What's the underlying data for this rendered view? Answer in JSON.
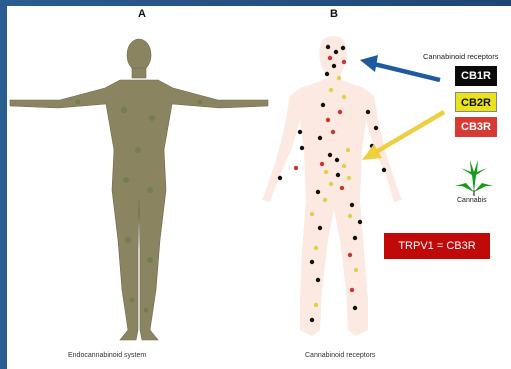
{
  "panels": {
    "a_label": "A",
    "b_label": "B",
    "a_caption": "Endocannabinoid system",
    "b_caption": "Cannabinoid receptors"
  },
  "legend": {
    "title": "Cannabinoid receptors",
    "items": [
      {
        "label": "CB1R",
        "color": "#0a0a0a"
      },
      {
        "label": "CB2R",
        "color": "#e9e21c"
      },
      {
        "label": "CB3R",
        "color": "#d63a33"
      }
    ],
    "cannabis_label": "Cannabis",
    "cannabis_icon": "cannabis-leaf-icon"
  },
  "note": "TRPV1 = CB3R",
  "colors": {
    "arrow_blue": "#1d5aa0",
    "arrow_yellow": "#f0cf3e",
    "body_fill": "#fbe9e2",
    "human_model": "#8d8563"
  }
}
